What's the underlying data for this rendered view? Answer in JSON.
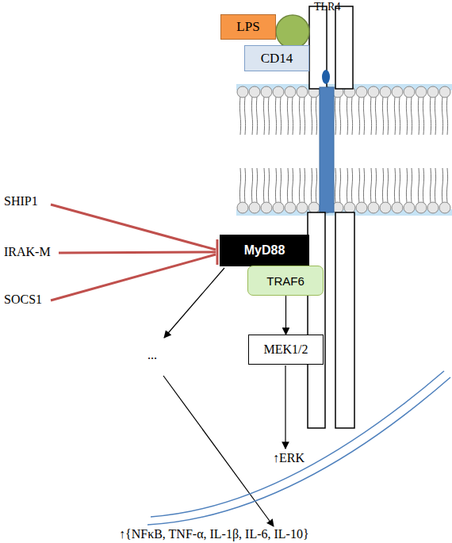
{
  "diagram": {
    "nodes": [
      {
        "text": [
          "LPS"
        ]
      },
      {
        "text": [
          "CD14"
        ]
      },
      {
        "text": [
          "MyD88"
        ]
      },
      {
        "text": [
          "TRAF6"
        ]
      },
      {
        "text": [
          "MEK1/2"
        ]
      }
    ],
    "edges": [
      {
        "from": 3,
        "to": 4,
        "arrow": "to"
      }
    ],
    "labels": [
      "TLR4",
      "SHIP1",
      "IRAK-M",
      "SOCS1",
      "...",
      "↑ERK",
      "↑{NFκB, TNF-α, IL-1β, IL-6, IL-10}"
    ]
  }
}
